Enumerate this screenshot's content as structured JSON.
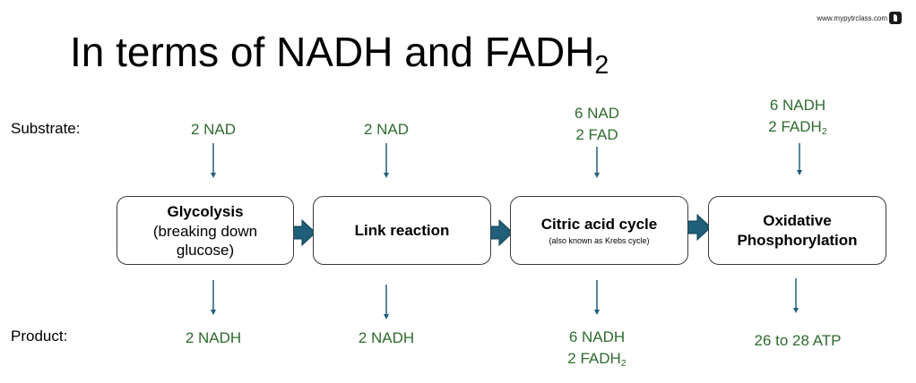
{
  "title": {
    "text": "In terms of NADH and FADH",
    "subscript": "2"
  },
  "site": "www.mypytrclass.com",
  "row_labels": {
    "substrate": "Substrate:",
    "product": "Product:"
  },
  "stages": [
    {
      "name": "Glycolysis",
      "subtitle_lines": [
        "(breaking down",
        "glucose)"
      ],
      "substrate": [
        {
          "text": "2 NAD"
        }
      ],
      "product": [
        {
          "text": "2 NADH"
        }
      ]
    },
    {
      "name": "Link reaction",
      "substrate": [
        {
          "text": "2 NAD"
        }
      ],
      "product": [
        {
          "text": "2 NADH"
        }
      ]
    },
    {
      "name": "Citric acid cycle",
      "note": "(also known as Krebs cycle)",
      "substrate": [
        {
          "text": "6 NAD"
        },
        {
          "text": "2 FAD"
        }
      ],
      "product": [
        {
          "text": "6 NADH"
        },
        {
          "text": "2 FADH",
          "sub": "2"
        }
      ]
    },
    {
      "name_lines": [
        "Oxidative",
        "Phosphorylation"
      ],
      "substrate": [
        {
          "text": "6 NADH"
        },
        {
          "text": "2 FADH",
          "sub": "2"
        }
      ],
      "product": [
        {
          "text": "26 to 28 ATP"
        }
      ]
    }
  ],
  "colors": {
    "text_green": "#2e6b2e",
    "arrow_blue": "#1f5f7a",
    "box_border": "#3a3a3a"
  }
}
